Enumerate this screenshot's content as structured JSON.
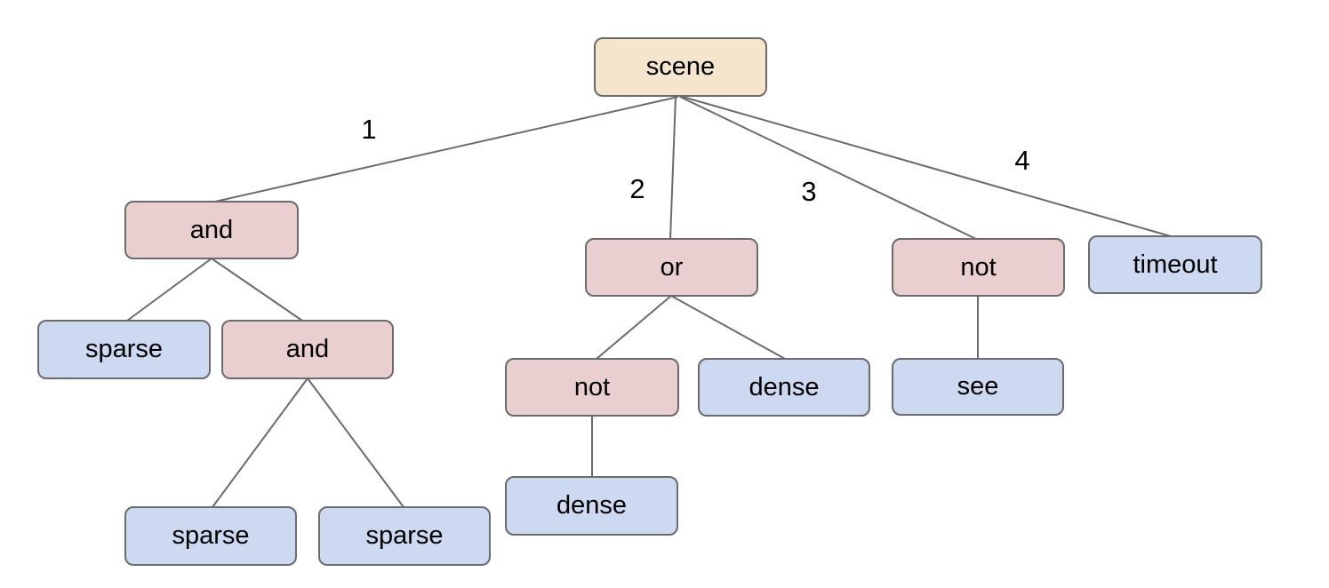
{
  "diagram": {
    "type": "tree",
    "colors": {
      "background": "#ffffff",
      "root_fill": "#f5e5cd",
      "operator_fill": "#e9cfcf",
      "leaf_fill": "#cdd9f1",
      "node_border": "#6b6b6b",
      "edge_stroke": "#6b6b6b",
      "text": "#000000"
    },
    "nodes": [
      {
        "id": "scene",
        "label": "scene",
        "kind": "root"
      },
      {
        "id": "and-1",
        "label": "and",
        "kind": "operator"
      },
      {
        "id": "or-1",
        "label": "or",
        "kind": "operator"
      },
      {
        "id": "not-1",
        "label": "not",
        "kind": "operator"
      },
      {
        "id": "timeout",
        "label": "timeout",
        "kind": "leaf"
      },
      {
        "id": "sparse-1",
        "label": "sparse",
        "kind": "leaf"
      },
      {
        "id": "and-2",
        "label": "and",
        "kind": "operator"
      },
      {
        "id": "not-2",
        "label": "not",
        "kind": "operator"
      },
      {
        "id": "dense-1",
        "label": "dense",
        "kind": "leaf"
      },
      {
        "id": "see",
        "label": "see",
        "kind": "leaf"
      },
      {
        "id": "sparse-2",
        "label": "sparse",
        "kind": "leaf"
      },
      {
        "id": "sparse-3",
        "label": "sparse",
        "kind": "leaf"
      },
      {
        "id": "dense-2",
        "label": "dense",
        "kind": "leaf"
      }
    ],
    "edges": [
      {
        "from": "scene",
        "to": "and-1",
        "label": "1"
      },
      {
        "from": "scene",
        "to": "or-1",
        "label": "2"
      },
      {
        "from": "scene",
        "to": "not-1",
        "label": "3"
      },
      {
        "from": "scene",
        "to": "timeout",
        "label": "4"
      },
      {
        "from": "and-1",
        "to": "sparse-1",
        "label": ""
      },
      {
        "from": "and-1",
        "to": "and-2",
        "label": ""
      },
      {
        "from": "and-2",
        "to": "sparse-2",
        "label": ""
      },
      {
        "from": "and-2",
        "to": "sparse-3",
        "label": ""
      },
      {
        "from": "or-1",
        "to": "not-2",
        "label": ""
      },
      {
        "from": "or-1",
        "to": "dense-1",
        "label": ""
      },
      {
        "from": "not-1",
        "to": "see",
        "label": ""
      },
      {
        "from": "not-2",
        "to": "dense-2",
        "label": ""
      }
    ]
  }
}
